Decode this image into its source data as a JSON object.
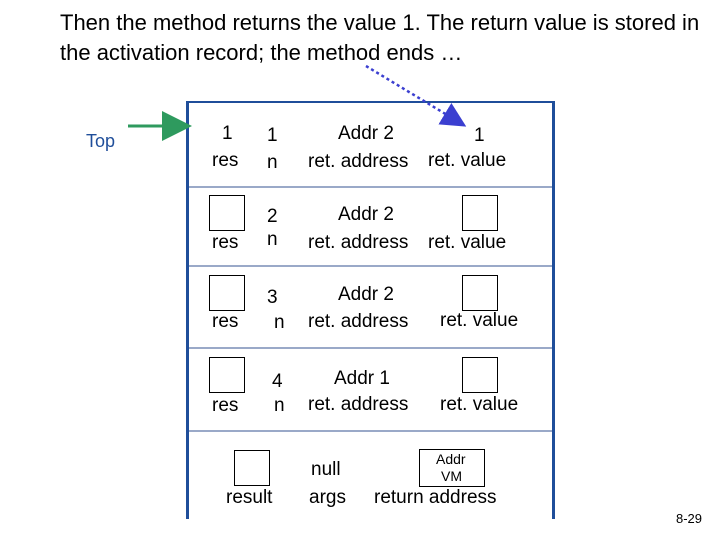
{
  "title": "Then the method returns the value 1. The return value is stored in the activation record; the method ends …",
  "top_label": "Top",
  "frames": [
    {
      "res": "res",
      "res_value": "1",
      "n_label": "n",
      "n_value": "1",
      "addr": "Addr 2",
      "ret_address": "ret. address",
      "ret_value_label": "ret. value",
      "ret_value": "1"
    },
    {
      "res": "res",
      "n_label": "n",
      "n_value": "2",
      "addr": "Addr 2",
      "ret_address": "ret. address",
      "ret_value_label": "ret. value"
    },
    {
      "res": "res",
      "n_label": "n",
      "n_value": "3",
      "addr": "Addr 2",
      "ret_address": "ret. address",
      "ret_value_label": "ret. value"
    },
    {
      "res": "res",
      "n_label": "n",
      "n_value": "4",
      "addr": "Addr 1",
      "ret_address": "ret. address",
      "ret_value_label": "ret. value"
    }
  ],
  "bottom_frame": {
    "result": "result",
    "args_value": "null",
    "args": "args",
    "return_addr_line1": "Addr",
    "return_addr_line2": "VM",
    "return_address": "return address"
  },
  "page_number": "8-29",
  "colors": {
    "stack_border": "#1f4e9a",
    "top_arrow": "#2e9a5e",
    "pointer_arrow": "#3b3fd0"
  }
}
